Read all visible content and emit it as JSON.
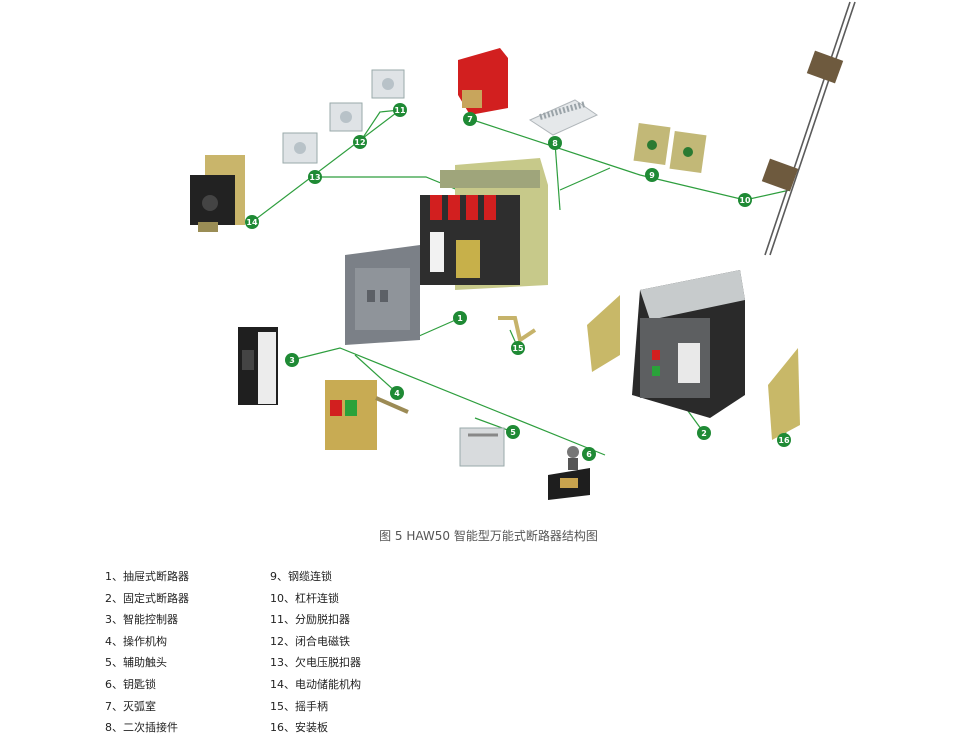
{
  "caption": "图 5 HAW50 智能型万能式断路器结构图",
  "callouts": [
    "1",
    "2",
    "3",
    "4",
    "5",
    "6",
    "7",
    "8",
    "9",
    "10",
    "11",
    "12",
    "13",
    "14",
    "15",
    "16"
  ],
  "legend": [
    "1、抽屉式断路器",
    "2、固定式断路器",
    "3、智能控制器",
    "4、操作机构",
    "5、辅助触头",
    "6、钥匙锁",
    "7、灭弧室",
    "8、二次插接件",
    "9、钢缆连锁",
    "10、杠杆连锁",
    "11、分励脱扣器",
    "12、闭合电磁铁",
    "13、欠电压脱扣器",
    "14、电动储能机构",
    "15、摇手柄",
    "16、安装板"
  ],
  "colors": {
    "leader": "#2e9e3e",
    "badge": "#1f8a35",
    "accent_red": "#d21f1f"
  }
}
